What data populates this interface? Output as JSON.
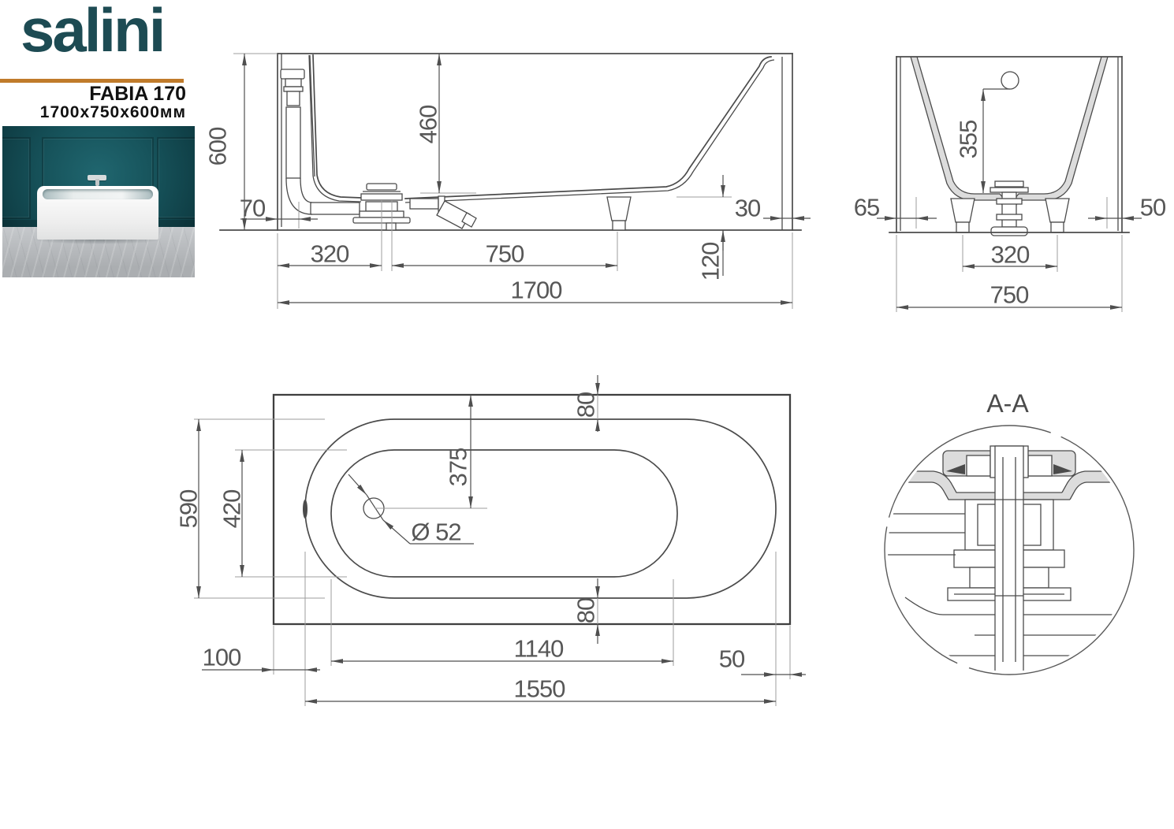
{
  "brand": {
    "logo": "salini",
    "model": "FABIA 170",
    "dimensions": "1700x750x600мм"
  },
  "side_view": {
    "height": "600",
    "inner_depth": "460",
    "overflow_offset": "70",
    "rim_thickness": "30",
    "bottom_clearance": "120",
    "drain_from_end": "320",
    "drain_to_foot": "750",
    "length": "1700"
  },
  "end_view": {
    "overflow_height": "355",
    "left_offset": "65",
    "right_offset": "50",
    "feet_spacing": "320",
    "width": "750"
  },
  "plan_view": {
    "opening_width": "590",
    "bottom_width": "420",
    "drain_from_edge": "375",
    "rim_top": "80",
    "rim_bottom": "80",
    "drain_diameter": "Ø 52",
    "left_offset": "100",
    "bottom_length": "1140",
    "right_offset": "50",
    "opening_length": "1550"
  },
  "section_view": {
    "title": "A-A"
  }
}
